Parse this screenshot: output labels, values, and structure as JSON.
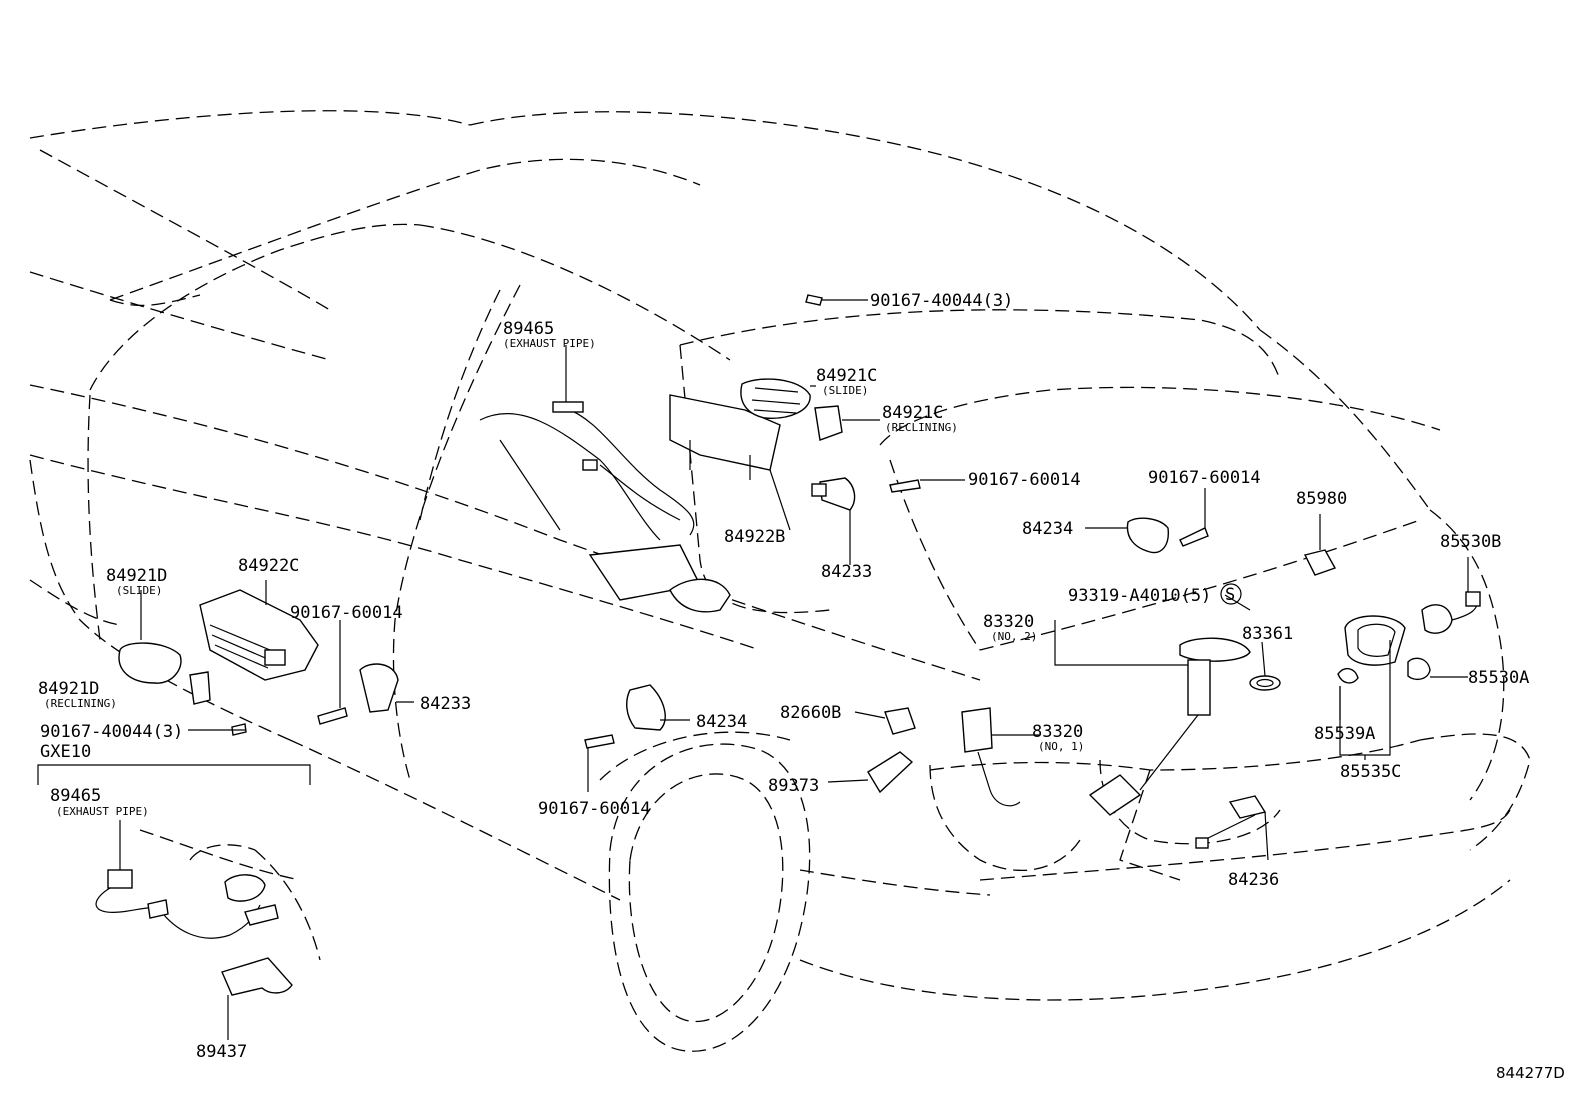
{
  "labels": {
    "p90167_40044_top": "90167-40044(3)",
    "p89465_top": "89465",
    "p89465_top_note": "(EXHAUST PIPE)",
    "p84921c_slide": "84921C",
    "p84921c_slide_note": "(SLIDE)",
    "p84921c_recl": "84921C",
    "p84921c_recl_note": "(RECLINING)",
    "p90167_60014_a": "90167-60014",
    "p90167_60014_b": "90167-60014",
    "p84922b": "84922B",
    "p84233_a": "84233",
    "p84234_a": "84234",
    "p85980": "85980",
    "p85530b": "85530B",
    "p84921d_slide": "84921D",
    "p84921d_slide_note": "(SLIDE)",
    "p84922c": "84922C",
    "p90167_60014_c": "90167-60014",
    "p93319": "93319-A4010(5)",
    "s_mark": "S",
    "p83320_no2": "83320",
    "p83320_no2_note": "(NO, 2)",
    "p83361": "83361",
    "p84921d_recl": "84921D",
    "p84921d_recl_note": "(RECLINING)",
    "p84233_b": "84233",
    "p85530a": "85530A",
    "p90167_40044_left": "90167-40044(3)",
    "gxe10": "GXE10",
    "p82660b": "82660B",
    "p84234_b": "84234",
    "p83320_no1": "83320",
    "p83320_no1_note": "(NO, 1)",
    "p85539a": "85539A",
    "p89465_left": "89465",
    "p89465_left_note": "(EXHAUST PIPE)",
    "p89373": "89373",
    "p85535c": "85535C",
    "p90167_60014_d": "90167-60014",
    "p84236": "84236",
    "p89437": "89437",
    "diagram_code": "844277D"
  }
}
